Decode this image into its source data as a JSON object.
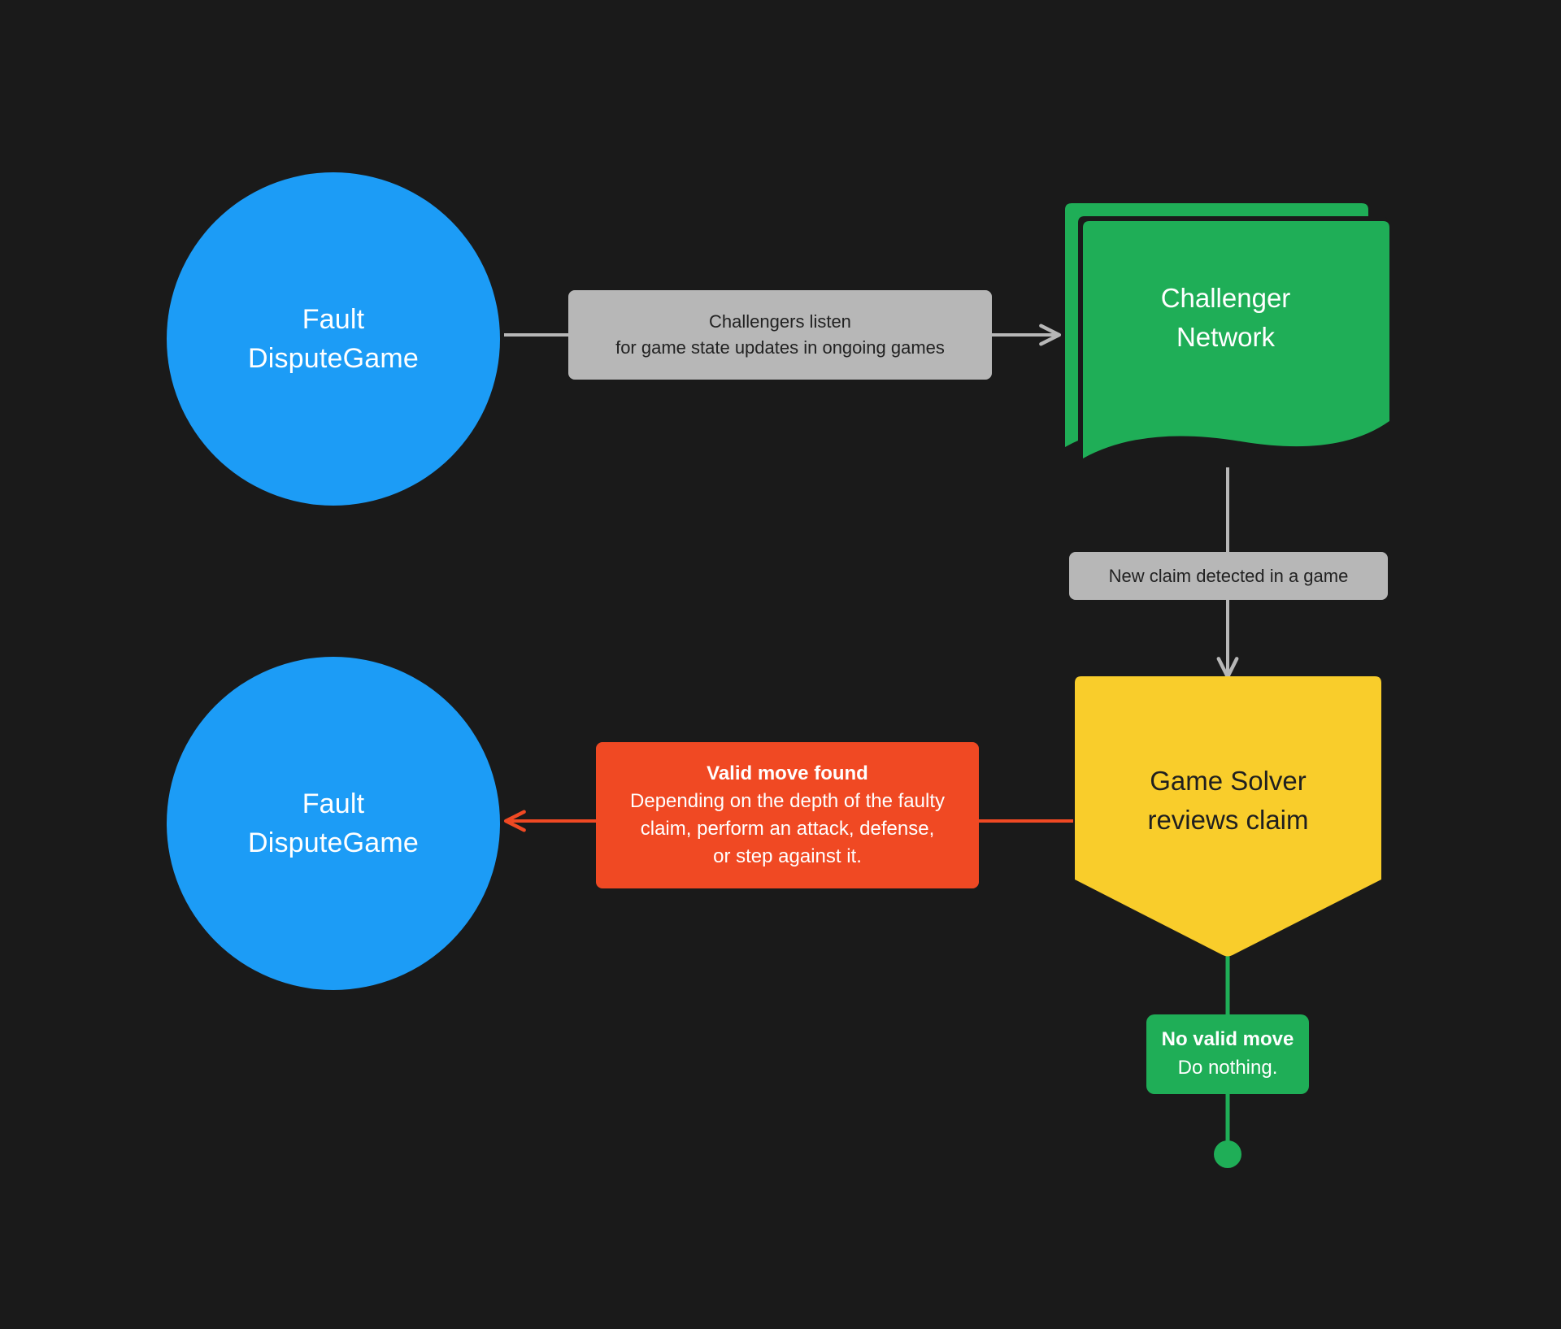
{
  "diagram": {
    "background_color": "#1a1a1a",
    "title_text": "",
    "nodes": {
      "fault_dispute_game_top": {
        "label": "Fault\nDisputeGame",
        "shape": "circle",
        "color": "#1c9cf6",
        "text_color": "#ffffff"
      },
      "challenger_network": {
        "label": "Challenger\nNetwork",
        "shape": "document-stack",
        "color": "#1fae57",
        "text_color": "#ffffff"
      },
      "game_solver": {
        "label": "Game Solver\nreviews claim",
        "shape": "shield",
        "color": "#f9cd2b",
        "text_color": "#1f1f1f"
      },
      "fault_dispute_game_bottom": {
        "label": "Fault\nDisputeGame",
        "shape": "circle",
        "color": "#1c9cf6",
        "text_color": "#ffffff"
      },
      "terminator_dot": {
        "label": "",
        "shape": "dot",
        "color": "#1fae57"
      }
    },
    "edges": [
      {
        "id": "edge-listen",
        "from": "fault_dispute_game_top",
        "to": "challenger_network",
        "line_color": "#b7b7b7",
        "label_style": "grey",
        "label_title": "",
        "label_body": "Challengers listen\nfor game state updates in ongoing games"
      },
      {
        "id": "edge-new-claim",
        "from": "challenger_network",
        "to": "game_solver",
        "line_color": "#b7b7b7",
        "label_style": "grey",
        "label_title": "",
        "label_body": "New claim detected in a game"
      },
      {
        "id": "edge-valid-move",
        "from": "game_solver",
        "to": "fault_dispute_game_bottom",
        "line_color": "#f04923",
        "label_style": "red",
        "label_title": "Valid move found",
        "label_body": "Depending on the depth of the faulty\nclaim, perform an attack, defense,\nor step against it."
      },
      {
        "id": "edge-no-valid-move",
        "from": "game_solver",
        "to": "terminator_dot",
        "line_color": "#1fae57",
        "label_style": "green",
        "label_title": "No valid move",
        "label_body": "Do nothing."
      }
    ]
  }
}
